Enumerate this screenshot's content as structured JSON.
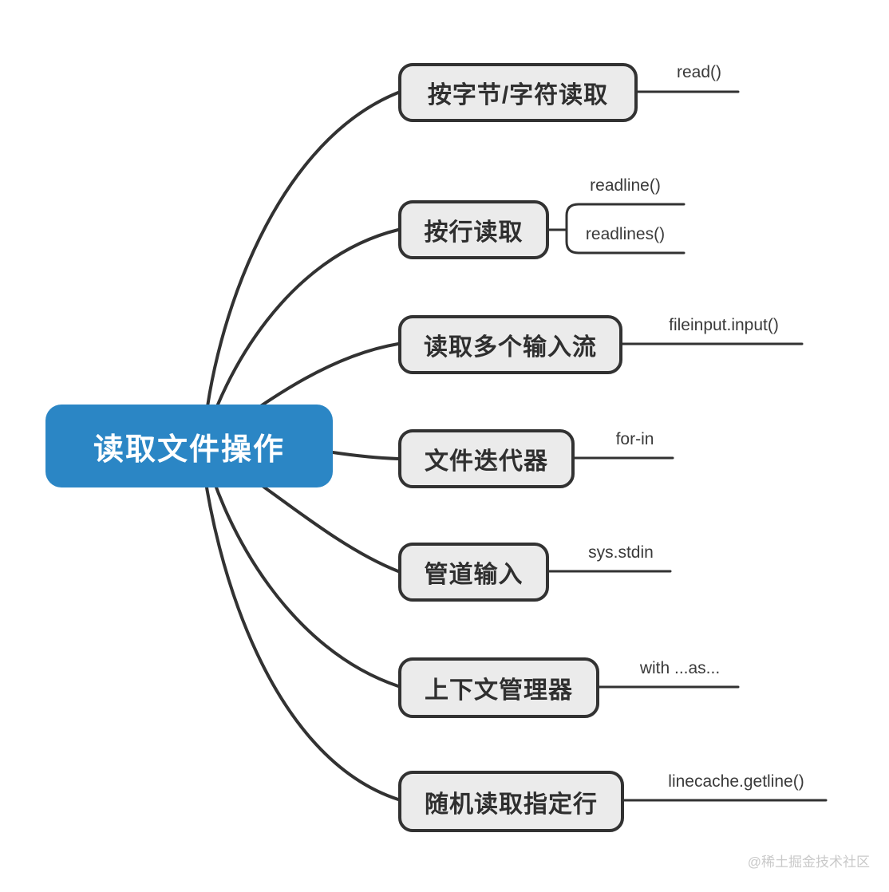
{
  "root": {
    "label": "读取文件操作"
  },
  "branches": [
    {
      "label": "按字节/字符读取",
      "children": [
        "read()"
      ]
    },
    {
      "label": "按行读取",
      "children": [
        "readline()",
        "readlines()"
      ]
    },
    {
      "label": "读取多个输入流",
      "children": [
        "fileinput.input()"
      ]
    },
    {
      "label": "文件迭代器",
      "children": [
        "for-in"
      ]
    },
    {
      "label": "管道输入",
      "children": [
        "sys.stdin"
      ]
    },
    {
      "label": "上下文管理器",
      "children": [
        "with ...as..."
      ]
    },
    {
      "label": "随机读取指定行",
      "children": [
        "linecache.getline()"
      ]
    }
  ],
  "watermark": "@稀土掘金技术社区",
  "colors": {
    "root_bg": "#2b86c5",
    "root_text": "#ffffff",
    "node_bg": "#ebebeb",
    "stroke": "#323232",
    "leaf_text": "#3a3a3a",
    "watermark_text": "#c9c9c9"
  }
}
